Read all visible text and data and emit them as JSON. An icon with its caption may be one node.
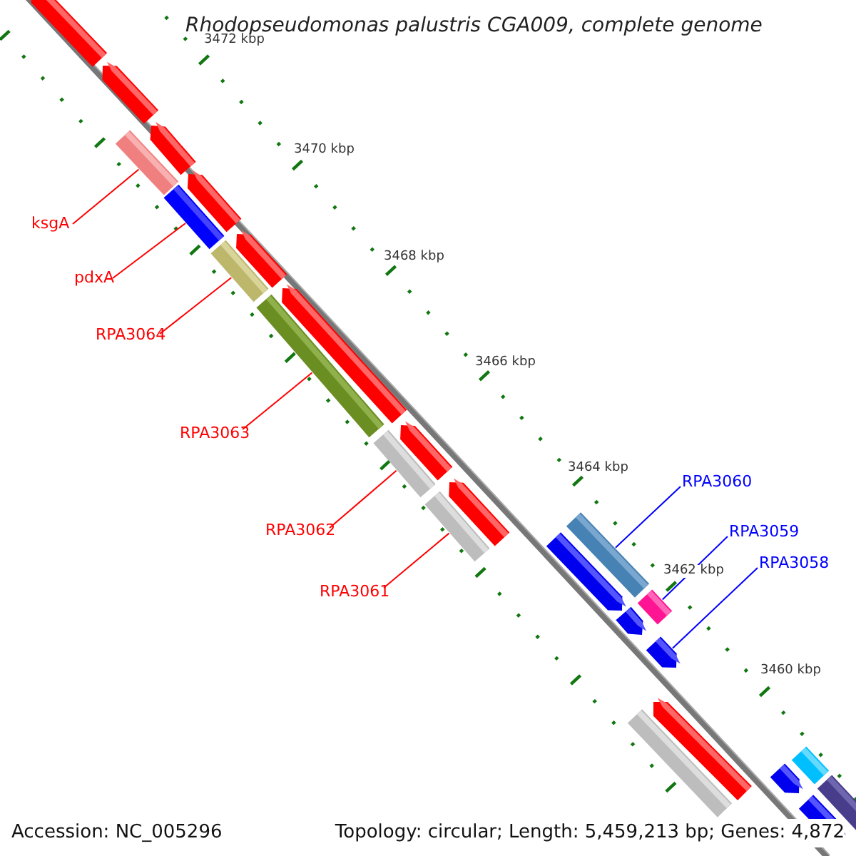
{
  "diagram": {
    "title": "Rhodopseudomonas palustris CGA009, complete genome",
    "nodes": [
      {
        "text": [
          "ksgA"
        ]
      },
      {
        "text": [
          "pdxA"
        ]
      },
      {
        "text": [
          "RPA3064"
        ]
      },
      {
        "text": [
          "RPA3063"
        ]
      },
      {
        "text": [
          "RPA3062"
        ]
      },
      {
        "text": [
          "RPA3061"
        ]
      },
      {
        "text": [
          "RPA3060"
        ]
      },
      {
        "text": [
          "RPA3059"
        ]
      },
      {
        "text": [
          "RPA3058"
        ]
      },
      {
        "text": [],
        "shape": "bar"
      },
      {
        "text": [],
        "shape": "bar"
      },
      {
        "text": [],
        "shape": "bar"
      },
      {
        "text": [],
        "shape": "bar"
      },
      {
        "text": [],
        "shape": "bar"
      },
      {
        "text": [],
        "shape": "bar"
      },
      {
        "text": [],
        "shape": "bar"
      },
      {
        "text": [],
        "shape": "bar"
      },
      {
        "text": [],
        "shape": "bar"
      },
      {
        "text": [],
        "shape": "bar"
      },
      {
        "text": [],
        "shape": "bar"
      },
      {
        "text": [],
        "shape": "bar"
      },
      {
        "text": [],
        "shape": "bar"
      },
      {
        "text": [],
        "shape": "bar"
      },
      {
        "text": [],
        "shape": "bar"
      },
      {
        "text": [],
        "shape": "bar"
      },
      {
        "text": [],
        "shape": "bar"
      },
      {
        "text": [],
        "shape": "bar"
      },
      {
        "text": [],
        "shape": "bar"
      },
      {
        "text": [],
        "shape": "bar"
      },
      {
        "text": [],
        "shape": "bar"
      },
      {
        "text": [],
        "shape": "bar"
      },
      {
        "text": [],
        "shape": "bar"
      },
      {
        "text": [],
        "shape": "bar"
      },
      {
        "text": [],
        "shape": "bar"
      }
    ],
    "edges": [
      {
        "from": 0,
        "to": 9,
        "arrow": "none"
      },
      {
        "from": 1,
        "to": 10,
        "arrow": "none"
      },
      {
        "from": 2,
        "to": 11,
        "arrow": "none"
      },
      {
        "from": 3,
        "to": 12,
        "arrow": "none"
      },
      {
        "from": 4,
        "to": 13,
        "arrow": "none"
      },
      {
        "from": 5,
        "to": 14,
        "arrow": "none"
      },
      {
        "from": 6,
        "to": 15,
        "arrow": "none",
        "color": "#0000ff"
      },
      {
        "from": 7,
        "to": 16,
        "arrow": "none",
        "color": "#0000ff"
      },
      {
        "from": 8,
        "to": 17,
        "arrow": "none",
        "color": "#0000ff"
      }
    ],
    "labels": [
      "3472 kbp",
      "3470 kbp",
      "3468 kbp",
      "3466 kbp",
      "3464 kbp",
      "3462 kbp",
      "3460 kbp",
      "Accession: NC_005296",
      "Topology: circular; Length: 5,459,213 bp; Genes: 4,872"
    ]
  }
}
